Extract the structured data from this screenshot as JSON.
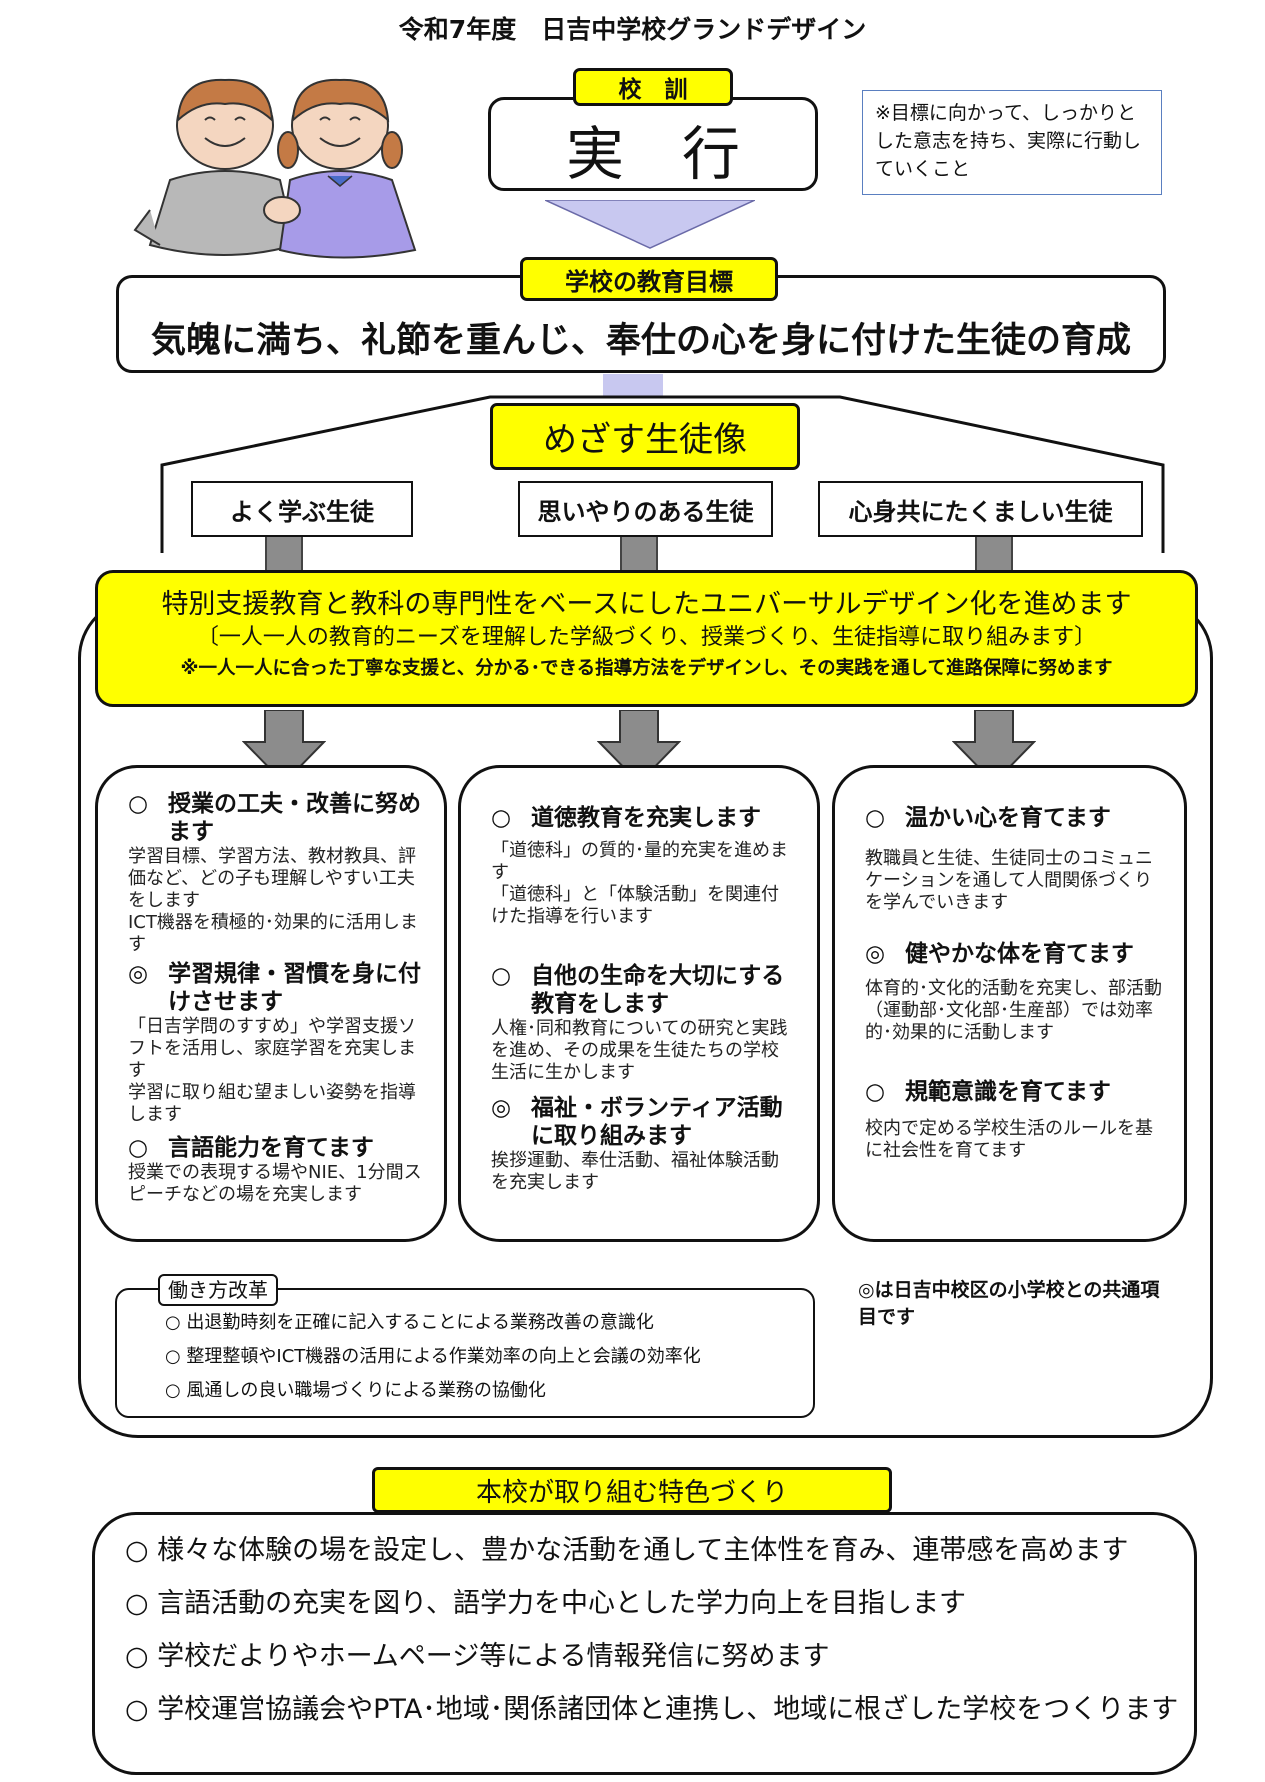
{
  "header": {
    "title": "令和7年度　日吉中学校グランドデザイン"
  },
  "motto": {
    "label": "校　訓",
    "text": "実　行",
    "note": "※目標に向かって、しっかりとした意志を持ち、実際に行動していくこと"
  },
  "goal": {
    "label": "学校の教育目標",
    "text": "気魄に満ち、礼節を重んじ、奉仕の心を身に付けた生徒の育成"
  },
  "ideal": {
    "label": "めざす生徒像",
    "items": [
      "よく学ぶ生徒",
      "思いやりのある生徒",
      "心身共にたくましい生徒"
    ]
  },
  "policy": {
    "line1": "特別支援教育と教科の専門性をベースにしたユニバーサルデザイン化を進めます",
    "line2": "〔一人一人の教育的ニーズを理解した学級づくり、授業づくり、生徒指導に取り組みます〕",
    "line3": "※一人一人に合った丁寧な支援と、分かる･できる指導方法をデザインし、その実践を通して進路保障に努めます"
  },
  "columns": [
    {
      "items": [
        {
          "mark": "○",
          "title": "授業の工夫・改善に努めます",
          "body": [
            "学習目標、学習方法、教材教具、評価など、どの子も理解しやすい工夫をします",
            "ICT機器を積極的･効果的に活用します"
          ]
        },
        {
          "mark": "◎",
          "title": "学習規律・習慣を身に付けさせます",
          "body": [
            "「日吉学問のすすめ」や学習支援ソフトを活用し、家庭学習を充実します",
            "学習に取り組む望ましい姿勢を指導します"
          ]
        },
        {
          "mark": "○",
          "title": "言語能力を育てます",
          "body": [
            "授業での表現する場やNIE、1分間スピーチなどの場を充実します"
          ]
        }
      ]
    },
    {
      "items": [
        {
          "mark": "○",
          "title": "道徳教育を充実します",
          "body": [
            "「道徳科」の質的･量的充実を進めます",
            "「道徳科」と「体験活動」を関連付けた指導を行います"
          ]
        },
        {
          "mark": "○",
          "title": "自他の生命を大切にする教育をします",
          "body": [
            "人権･同和教育についての研究と実践を進め、その成果を生徒たちの学校生活に生かします"
          ]
        },
        {
          "mark": "◎",
          "title": "福祉・ボランティア活動に取り組みます",
          "body": [
            "挨拶運動、奉仕活動、福祉体験活動を充実します"
          ]
        }
      ]
    },
    {
      "items": [
        {
          "mark": "○",
          "title": "温かい心を育てます",
          "body": [
            "教職員と生徒、生徒同士のコミュニケーションを通して人間関係づくりを学んでいきます"
          ]
        },
        {
          "mark": "◎",
          "title": "健やかな体を育てます",
          "body": [
            "体育的･文化的活動を充実し、部活動（運動部･文化部･生産部）では効率的･効果的に活動します"
          ]
        },
        {
          "mark": "○",
          "title": "規範意識を育てます",
          "body": [
            "校内で定める学校生活のルールを基に社会性を育てます"
          ]
        }
      ]
    }
  ],
  "work_reform": {
    "label": "働き方改革",
    "items": [
      "○ 出退勤時刻を正確に記入することによる業務改善の意識化",
      "○ 整理整頓やICT機器の活用による作業効率の向上と会議の効率化",
      "○ 風通しの良い職場づくりによる業務の協働化"
    ]
  },
  "common_note": "◎は日吉中校区の小学校との共通項目です",
  "features": {
    "label": "本校が取り組む特色づくり",
    "items": [
      "○ 様々な体験の場を設定し、豊かな活動を通して主体性を育み、連帯感を高めます",
      "○ 言語活動の充実を図り、語学力を中心とした学力向上を目指します",
      "○ 学校だよりやホームページ等による情報発信に努めます",
      "○ 学校運営協議会やPTA･地域･関係諸団体と連携し、地域に根ざした学校をつくります"
    ]
  }
}
